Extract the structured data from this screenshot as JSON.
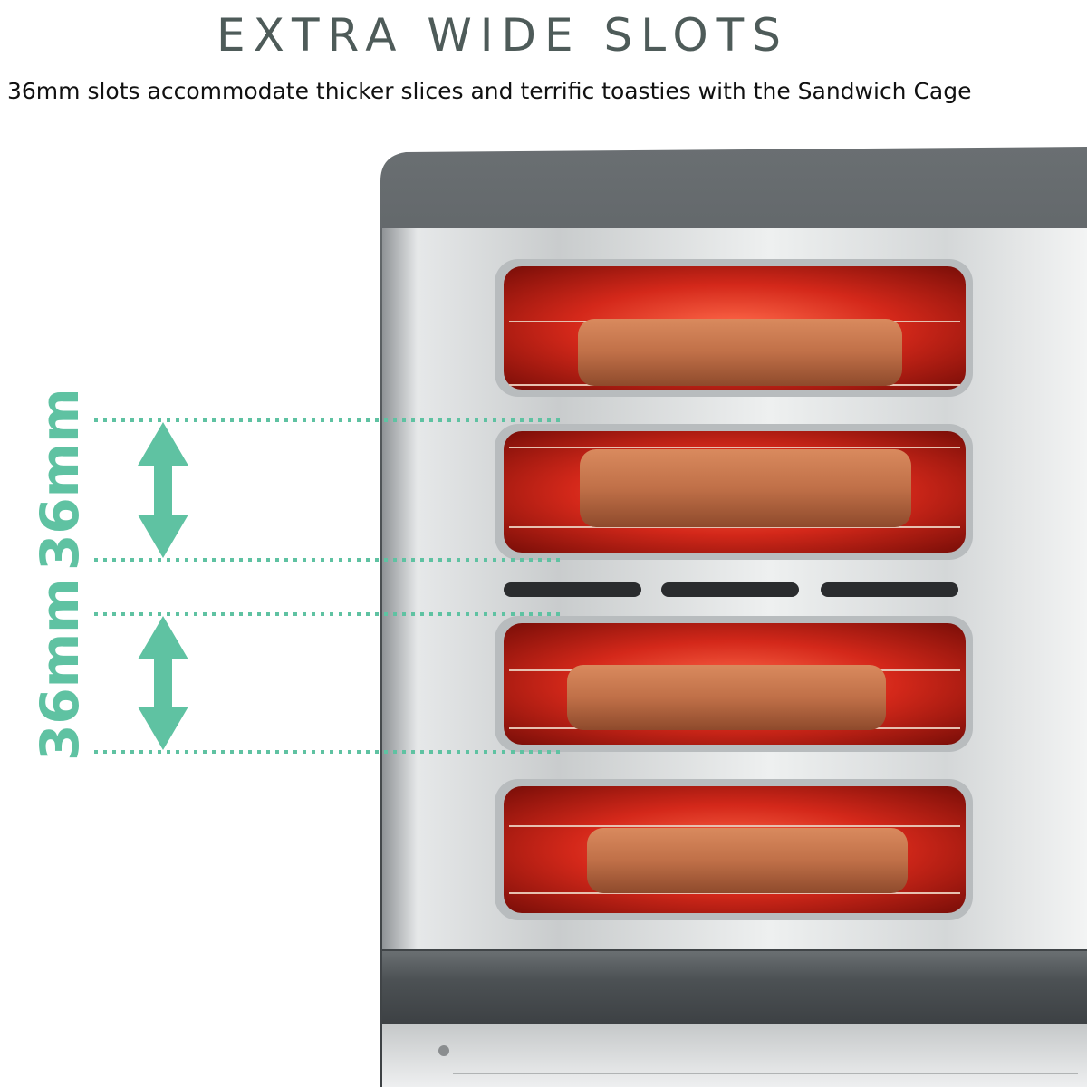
{
  "heading": {
    "title": "EXTRA WIDE SLOTS",
    "subtitle": "36mm slots accommodate thicker slices and terrific toasties with the Sandwich Cage"
  },
  "measurements": [
    {
      "label": "36mm"
    },
    {
      "label": "36mm"
    }
  ],
  "colors": {
    "accent": "#5fc2a2",
    "title": "#4e5b59",
    "body_trim": "#505558",
    "glow": "#d42a1c",
    "toast": "#b96a45"
  },
  "icons": [
    "double-arrow-icon",
    "toaster-image",
    "toast-slice-image"
  ]
}
